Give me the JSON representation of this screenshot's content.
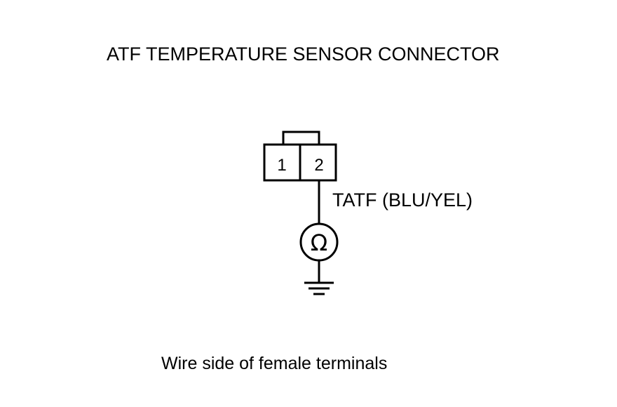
{
  "title": "ATF TEMPERATURE SENSOR CONNECTOR",
  "connector": {
    "pins": [
      {
        "label": "1"
      },
      {
        "label": "2"
      }
    ]
  },
  "wire": {
    "label": "TATF (BLU/YEL)"
  },
  "meter": {
    "symbol": "Ω",
    "icon": "ohmmeter-icon"
  },
  "ground": {
    "icon": "ground-icon"
  },
  "footnote": "Wire side of female terminals",
  "colors": {
    "line": "#000000",
    "background": "#ffffff"
  }
}
